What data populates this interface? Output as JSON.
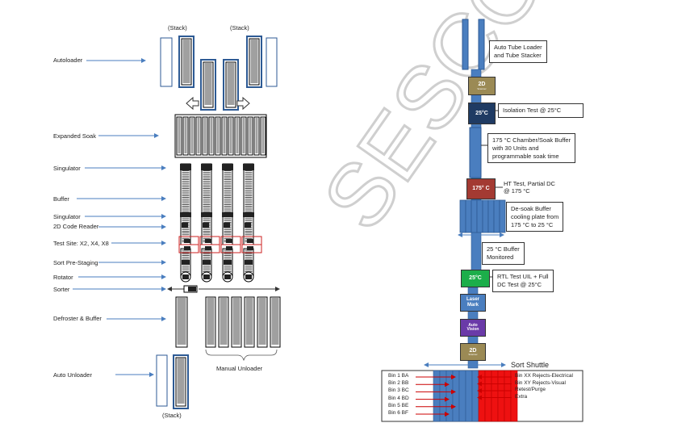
{
  "left": {
    "stack_labels": [
      "(Stack)",
      "(Stack)",
      "(Stack)"
    ],
    "labels": {
      "autoloader": "Autoloader",
      "expanded_soak": "Expanded Soak",
      "singulator1": "Singulator",
      "buffer": "Buffer",
      "singulator2": "Singulator",
      "code_reader": "2D Code Reader",
      "test_site": "Test Site: X2, X4, X8",
      "sort_prestaging": "Sort Pre-Staging",
      "rotator": "Rotator",
      "sorter": "Sorter",
      "defroster": "Defroster & Buffer",
      "auto_unloader": "Auto Unloader",
      "manual_unloader": "Manual Unloader"
    }
  },
  "right": {
    "boxes": {
      "loader": [
        "Auto Tube Loader",
        "and Tube Stacker"
      ],
      "isolation": [
        "Isolation Test @ 25°C"
      ],
      "chamber": [
        "175 °C Chamber/Soak Buffer",
        "with 30 Units and",
        "programmable soak time"
      ],
      "ht_test": [
        "HT Test, Partial DC",
        "@ 175 °C"
      ],
      "desoak": [
        "De-soak Buffer",
        "cooling plate from",
        "175 °C to 25 °C"
      ],
      "buffer25": [
        "25 °C Buffer",
        "Monitored"
      ],
      "rtl": [
        "RTL Test UIL + Full",
        "DC Test @ 25°C"
      ]
    },
    "stations": {
      "scanner1": {
        "title": "2D",
        "sub": "Scanner",
        "color": "#9b8a55"
      },
      "t25": {
        "title": "25°C",
        "color": "#1f3b63"
      },
      "t175": {
        "title": "175° C",
        "color": "#a33a32"
      },
      "t25b": {
        "title": "25°C",
        "color": "#1cae4a"
      },
      "laser": {
        "title": "Laser Mark",
        "color": "#4a7ebf"
      },
      "vision": {
        "title": "Auto Vision",
        "color": "#6a3aa8"
      },
      "scanner2": {
        "title": "2D",
        "sub": "Scanner",
        "color": "#9b8a55"
      }
    },
    "sort_shuttle": "Sort Shuttle",
    "bins_left": [
      "Bin 1 BA",
      "Bin 2 BB",
      "Bin 3 BC",
      "Bin 4 BD",
      "Bin 5 BE",
      "Bin 6 BF"
    ],
    "bins_right": [
      "Bin XX Rejects-Electrical",
      "Bin XY Rejects-Visual",
      "Retest/Purge",
      "Extra"
    ],
    "watermark": "SESCO"
  },
  "colors": {
    "arrow": "#4a7ebf",
    "rail": "#4a7ebf",
    "rail_dark": "#2d5a94",
    "red": "#ee1111",
    "test_site_box": "#cc2222"
  }
}
